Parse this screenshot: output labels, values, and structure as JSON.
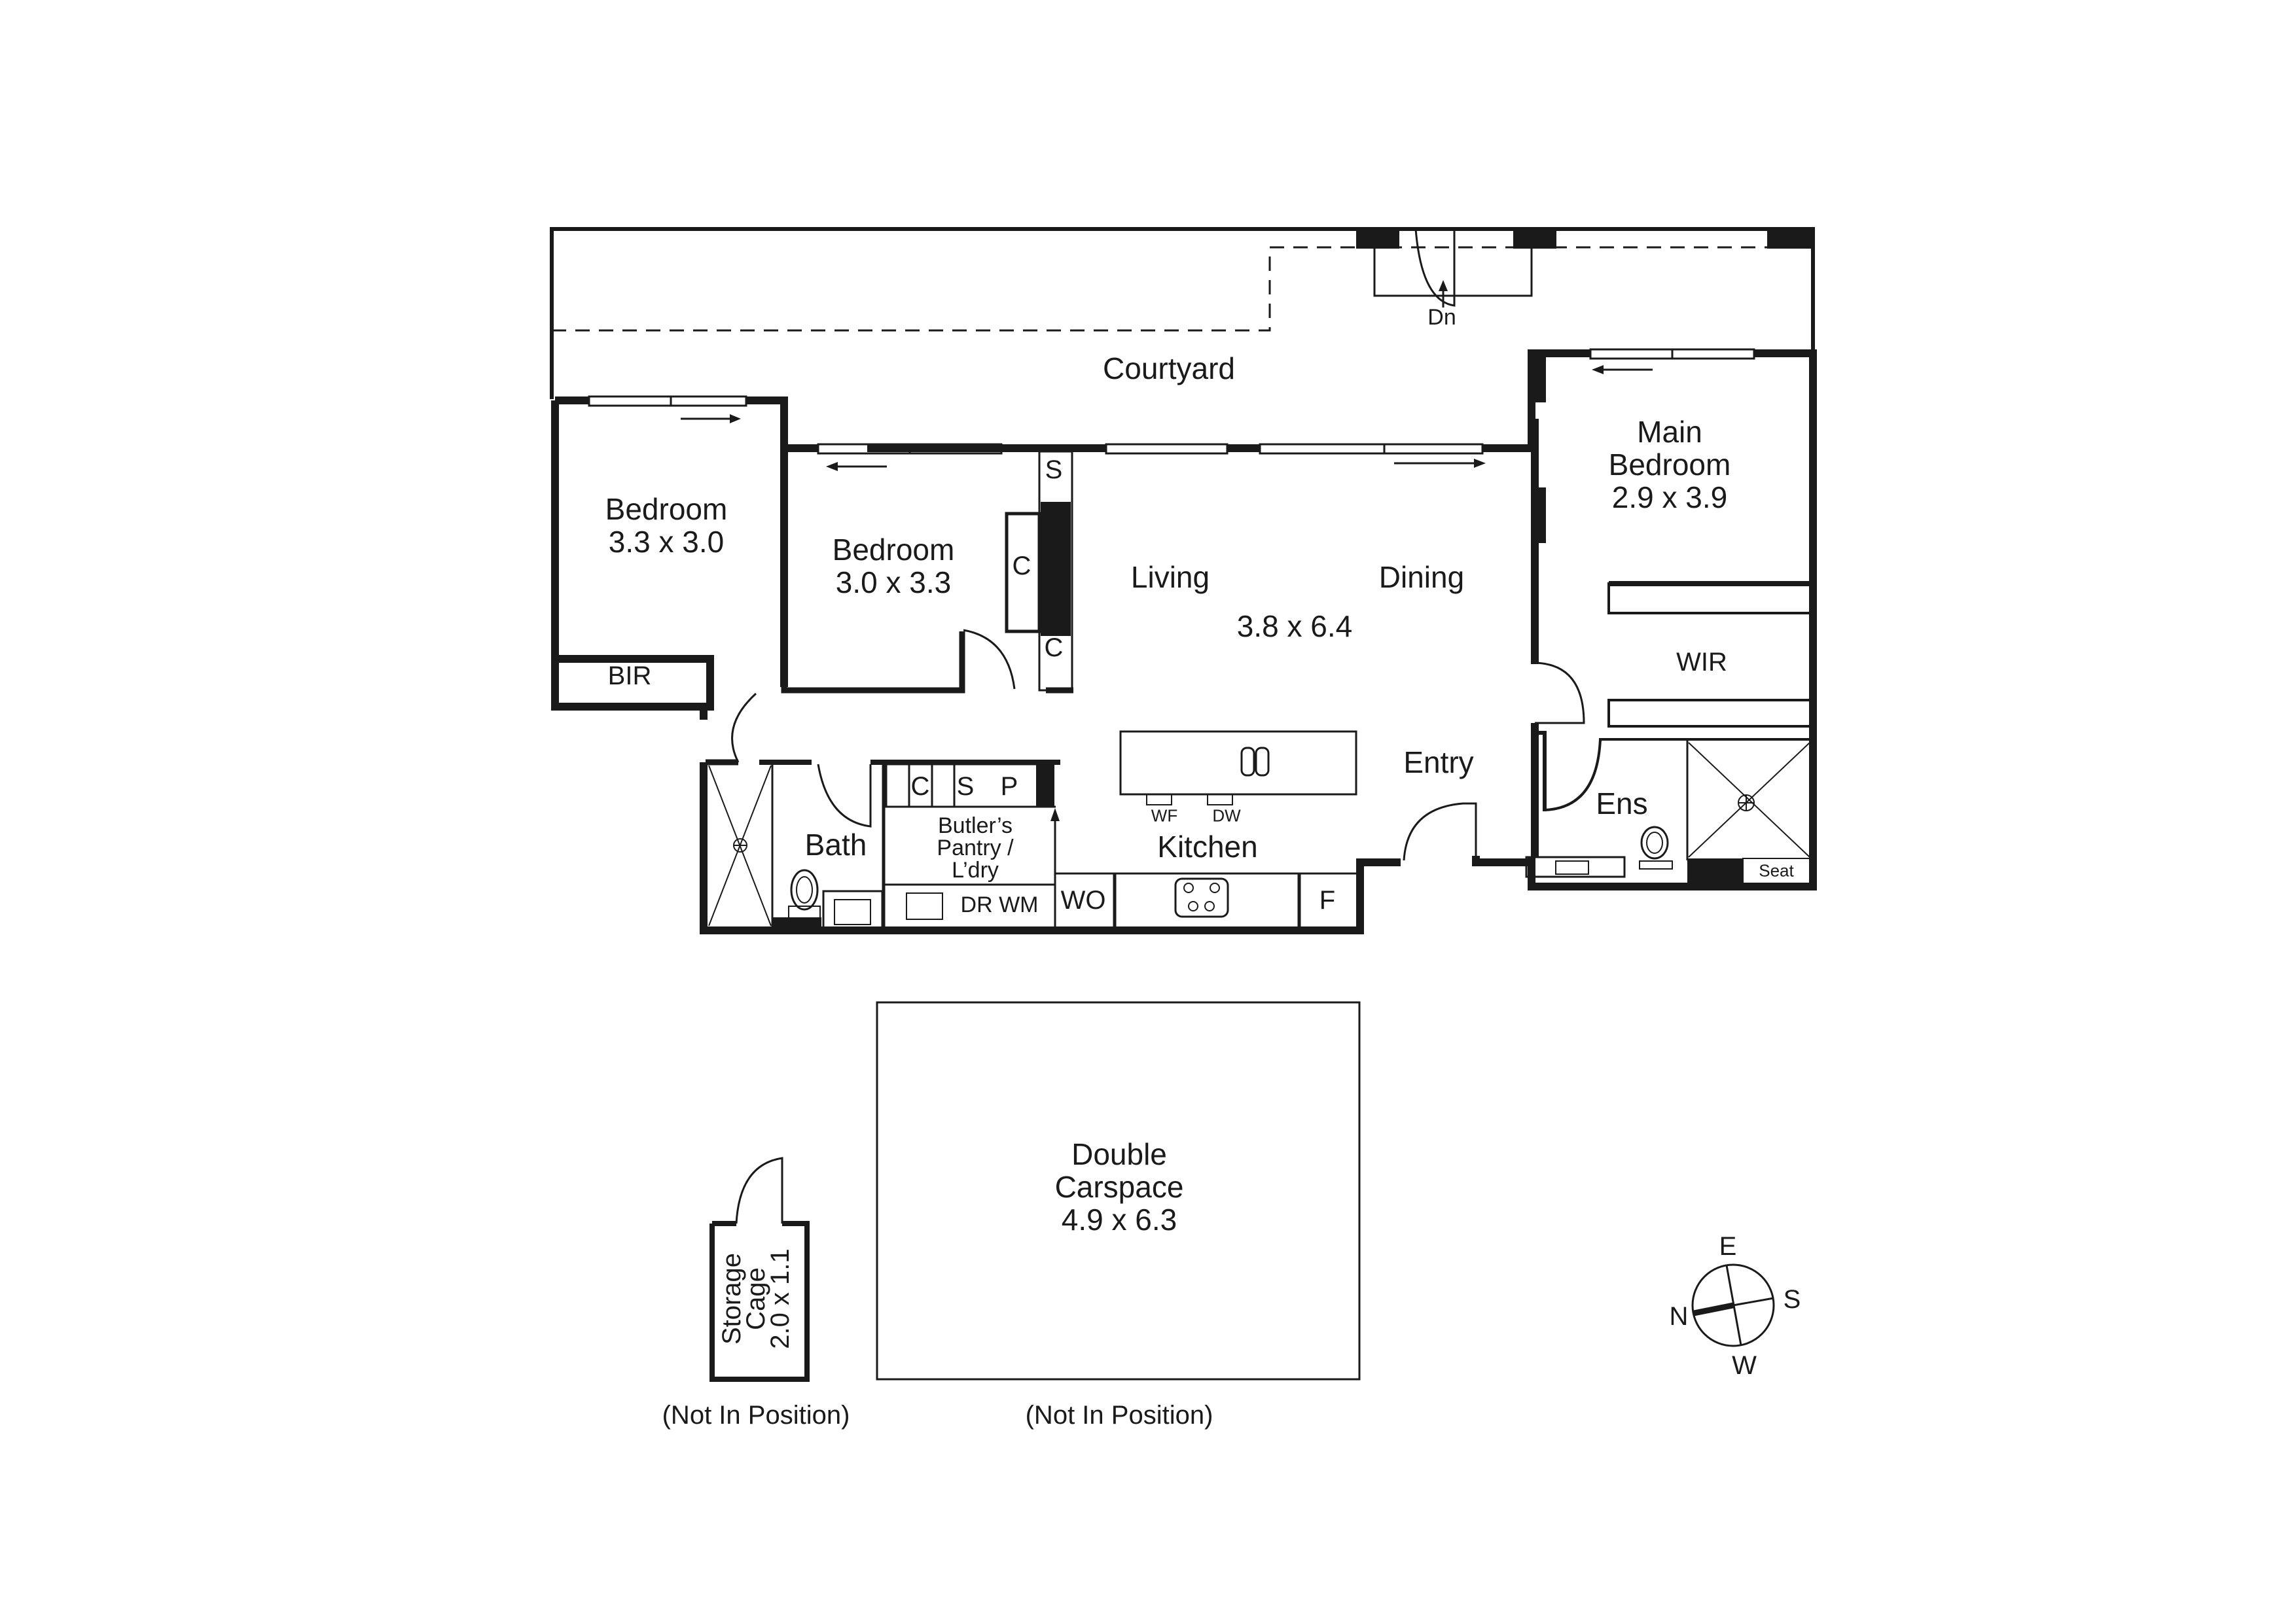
{
  "floorplan": {
    "rooms": {
      "courtyard": {
        "name": "Courtyard"
      },
      "bedroom_west": {
        "name": "Bedroom",
        "dims": "3.3 x 3.0"
      },
      "bedroom_mid": {
        "name": "Bedroom",
        "dims": "3.0 x 3.3"
      },
      "living": {
        "name": "Living"
      },
      "dining": {
        "name": "Dining"
      },
      "living_dining_dims": "3.8 x 6.4",
      "main_bedroom": {
        "name_line1": "Main",
        "name_line2": "Bedroom",
        "dims": "2.9 x 3.9"
      },
      "wir": {
        "name": "WIR"
      },
      "bir": {
        "name": "BIR"
      },
      "entry": {
        "name": "Entry"
      },
      "ens": {
        "name": "Ens"
      },
      "bath": {
        "name": "Bath"
      },
      "kitchen": {
        "name": "Kitchen"
      },
      "butlers_pantry": {
        "line1": "Butler’s",
        "line2": "Pantry /",
        "line3": "L’dry"
      }
    },
    "fixtures": {
      "stair_label": "Dn",
      "cupboard_s_top": "S",
      "cupboard_c1": "C",
      "cupboard_c2": "C",
      "pantry_c": "C",
      "pantry_s": "S",
      "pantry_p": "P",
      "wf": "WF",
      "dw": "DW",
      "dr_wm": "DR  WM",
      "wo": "WO",
      "fridge": "F",
      "seat": "Seat"
    },
    "external": {
      "carspace": {
        "line1": "Double",
        "line2": "Carspace",
        "dims": "4.9 x 6.3",
        "note": "(Not In Position)"
      },
      "storage": {
        "line1": "Storage",
        "line2": "Cage",
        "dims": "2.0 x 1.1",
        "note": "(Not In Position)"
      }
    },
    "compass": {
      "north": "N",
      "east": "E",
      "south": "S",
      "west": "W"
    }
  }
}
